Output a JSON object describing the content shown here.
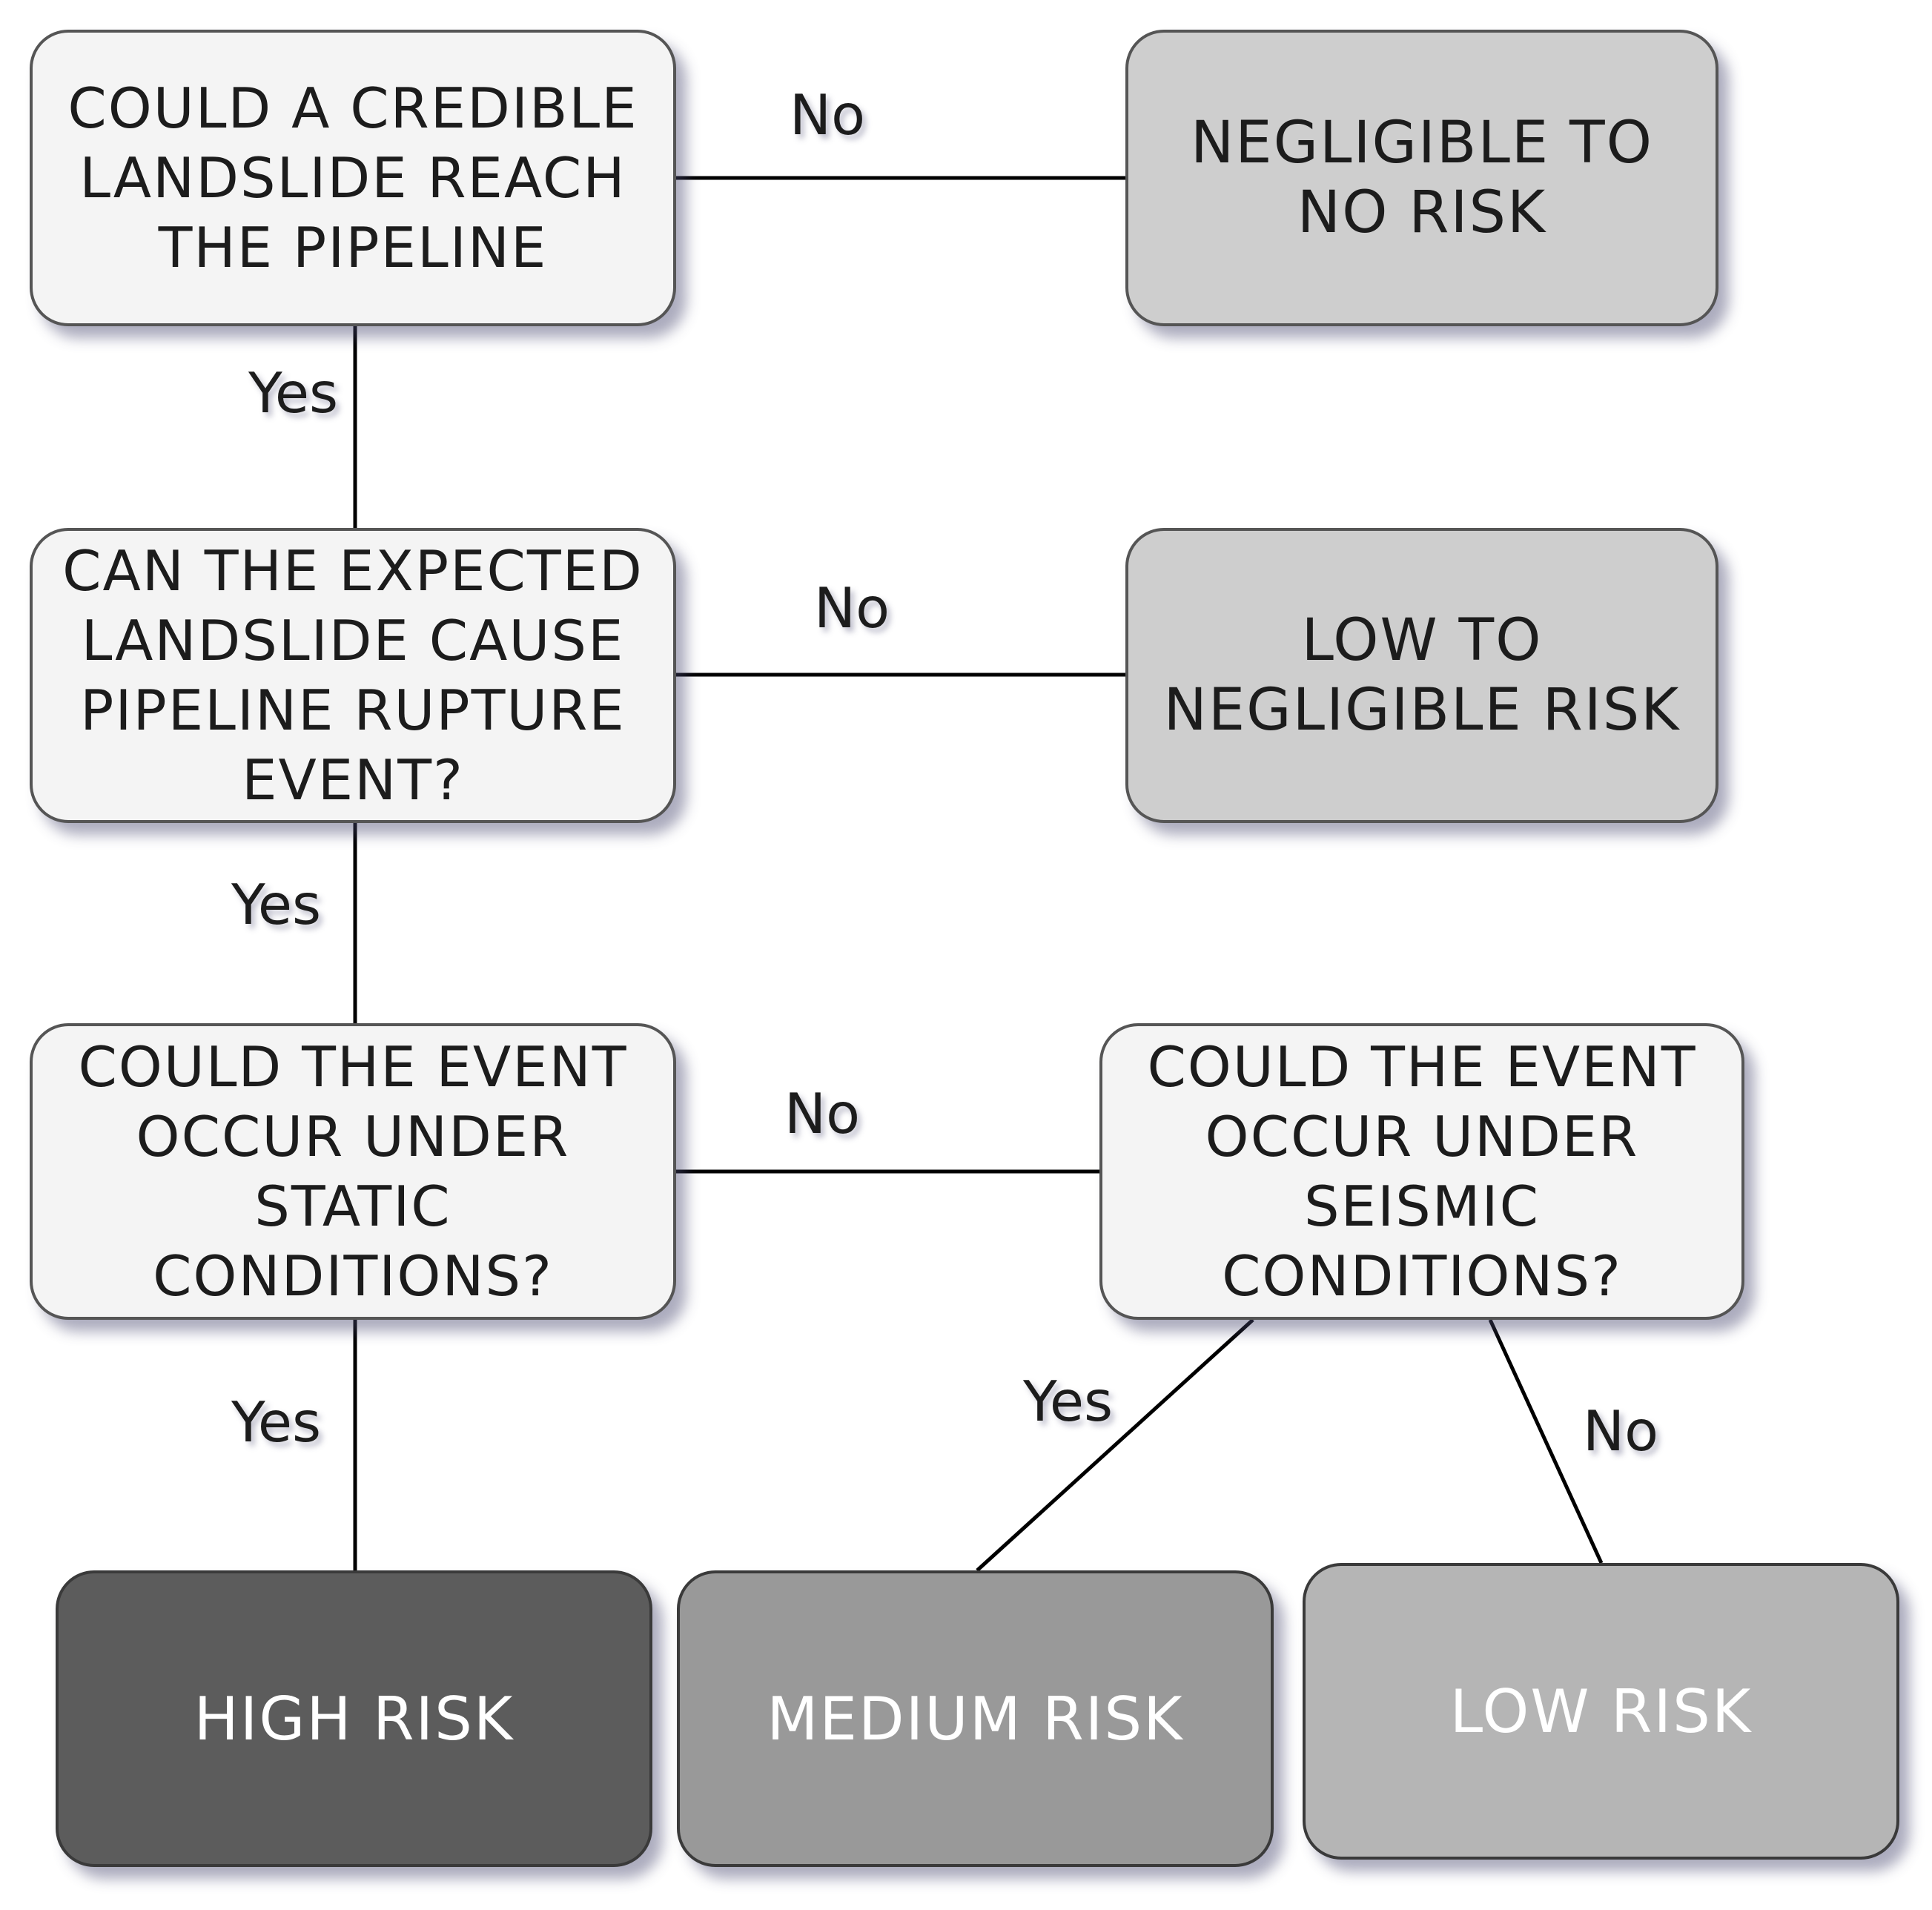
{
  "nodes": {
    "q1": "COULD A CREDIBLE\nLANDSLIDE REACH\nTHE PIPELINE",
    "q2": "CAN THE EXPECTED\nLANDSLIDE CAUSE\nPIPELINE RUPTURE\nEVENT?",
    "q3": "COULD THE EVENT\nOCCUR UNDER\nSTATIC\nCONDITIONS?",
    "q4": "COULD THE EVENT\nOCCUR UNDER\nSEISMIC\nCONDITIONS?",
    "o1": "NEGLIGIBLE TO\nNO RISK",
    "o2": "LOW TO\nNEGLIGIBLE RISK",
    "high": "HIGH RISK",
    "medium": "MEDIUM RISK",
    "low": "LOW RISK"
  },
  "edge_labels": {
    "q1_no": "No",
    "q1_yes": "Yes",
    "q2_no": "No",
    "q2_yes": "Yes",
    "q3_no": "No",
    "q3_yes": "Yes",
    "q4_yes": "Yes",
    "q4_no": "No"
  },
  "colors": {
    "question_fill": "#f4f4f4",
    "neutral_outcome_fill": "#cecece",
    "high_risk_fill": "#5c5c5c",
    "medium_risk_fill": "#999999",
    "low_risk_fill": "#b5b5b5",
    "connector": "#000000"
  }
}
